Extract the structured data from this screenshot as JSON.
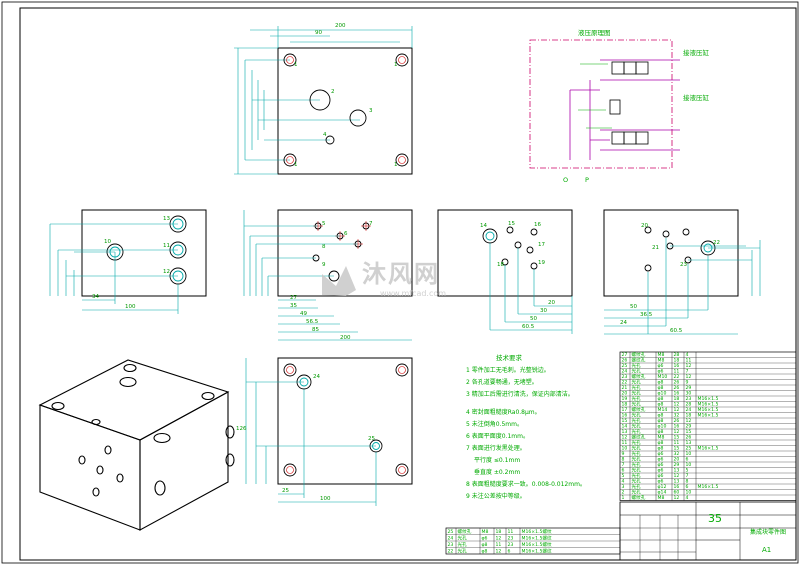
{
  "drawing": {
    "title_number": "35",
    "sheet_size": "A1",
    "drawing_name": "集成块零件图",
    "colors": {
      "outline": "#000000",
      "dimension": "#00a8a8",
      "schematic": "#cc0066",
      "hydraulic": "#aa00aa",
      "text": "#00aa00",
      "hole_mark": "#cc0000",
      "watermark": "#c8c8c8"
    }
  },
  "schematic": {
    "title": "液压原理图",
    "label_right_top": "接液压缸",
    "label_right_mid": "接液压缸",
    "port_o": "O",
    "port_p": "P"
  },
  "hole_labels": {
    "top_view": [
      "1",
      "1",
      "1",
      "1",
      "2",
      "3",
      "4"
    ],
    "left_view": [
      "13",
      "10",
      "11",
      "12"
    ],
    "front_view": [
      "5",
      "6",
      "7",
      "8",
      "9"
    ],
    "right_view": [
      "14",
      "15",
      "16",
      "17",
      "18",
      "19"
    ],
    "far_view": [
      "20",
      "21",
      "22",
      "23"
    ],
    "bottom_view": [
      "24",
      "25"
    ]
  },
  "tech_req": {
    "title": "技术要求",
    "items": [
      "1 零件加工无毛刺。光整锐边。",
      "2 各孔道要畅通，无堵塑。",
      "3 精加工后需进行清洗，保证内部清洁。",
      "4 密封面粗糙度Ra0.8μm。",
      "5 未注倒角0.5mm。",
      "6 表面平面度0.1mm。",
      "7 表面进行发黑处理。",
      "平行度 ≤0.1mm",
      "垂直度 ±0.2mm",
      "8 表面粗糙度要求一致。0.008-0.012mm。",
      "9 未注公差按中等级。"
    ]
  },
  "hole_table_right": {
    "rows": [
      [
        "27",
        "螺纹孔",
        "M8",
        "28",
        "4",
        ""
      ],
      [
        "26",
        "螺纹孔",
        "M8",
        "18",
        "11",
        ""
      ],
      [
        "25",
        "光孔",
        "φ6",
        "16",
        "12",
        ""
      ],
      [
        "24",
        "光孔",
        "φ6",
        "11",
        "7",
        ""
      ],
      [
        "23",
        "螺纹孔",
        "M10",
        "22",
        "12",
        ""
      ],
      [
        "22",
        "光孔",
        "φ8",
        "26",
        "9",
        ""
      ],
      [
        "21",
        "光孔",
        "φ8",
        "26",
        "29",
        ""
      ],
      [
        "20",
        "光孔",
        "φ10",
        "16",
        "30",
        ""
      ],
      [
        "19",
        "光孔",
        "φ8",
        "18",
        "23",
        "M16×1.5"
      ],
      [
        "18",
        "光孔",
        "φ8",
        "12",
        "28",
        "M16×1.5"
      ],
      [
        "17",
        "螺纹孔",
        "M14",
        "12",
        "24",
        "M16×1.5"
      ],
      [
        "16",
        "光孔",
        "φ8",
        "32",
        "18",
        "M16×1.5"
      ],
      [
        "15",
        "光孔",
        "φ8",
        "26",
        "12",
        ""
      ],
      [
        "14",
        "光孔",
        "φ10",
        "16",
        "29",
        ""
      ],
      [
        "13",
        "光孔",
        "φ8",
        "12",
        "15",
        ""
      ],
      [
        "12",
        "螺纹孔",
        "M8",
        "15",
        "26",
        ""
      ],
      [
        "11",
        "光孔",
        "φ8",
        "11",
        "13",
        ""
      ],
      [
        "10",
        "光孔",
        "φ8",
        "15",
        "25",
        "M16×1.5"
      ],
      [
        "9",
        "光孔",
        "φ6",
        "32",
        "10",
        ""
      ],
      [
        "8",
        "光孔",
        "φ6",
        "20",
        "6",
        ""
      ],
      [
        "7",
        "光孔",
        "φ6",
        "29",
        "10",
        ""
      ],
      [
        "6",
        "光孔",
        "φ6",
        "13",
        "5",
        ""
      ],
      [
        "5",
        "光孔",
        "φ6",
        "12",
        "7",
        ""
      ],
      [
        "4",
        "光孔",
        "φ6",
        "13",
        "8",
        ""
      ],
      [
        "3",
        "光孔",
        "φ12",
        "16",
        "6",
        "M16×1.5"
      ],
      [
        "2",
        "光孔",
        "φ14",
        "60",
        "10",
        ""
      ],
      [
        "1",
        "螺纹孔",
        "M8",
        "12",
        "4",
        ""
      ]
    ],
    "header": [
      "序号",
      "名称",
      "规格",
      "深度",
      "数量",
      "备注"
    ]
  },
  "hole_table_bottom": {
    "rows": [
      [
        "25",
        "螺纹孔",
        "M8",
        "18",
        "11",
        "M16×1.5螺纹"
      ],
      [
        "24",
        "光孔",
        "φ6",
        "12",
        "23",
        "M16×1.5螺纹"
      ],
      [
        "23",
        "光孔",
        "φ8",
        "11",
        "23",
        "M16×1.5螺纹"
      ],
      [
        "22",
        "光孔",
        "φ8",
        "12",
        "6",
        "M16×1.5螺纹"
      ]
    ]
  },
  "watermark": {
    "main": "沐风网",
    "url": "www.mfcad.com"
  }
}
